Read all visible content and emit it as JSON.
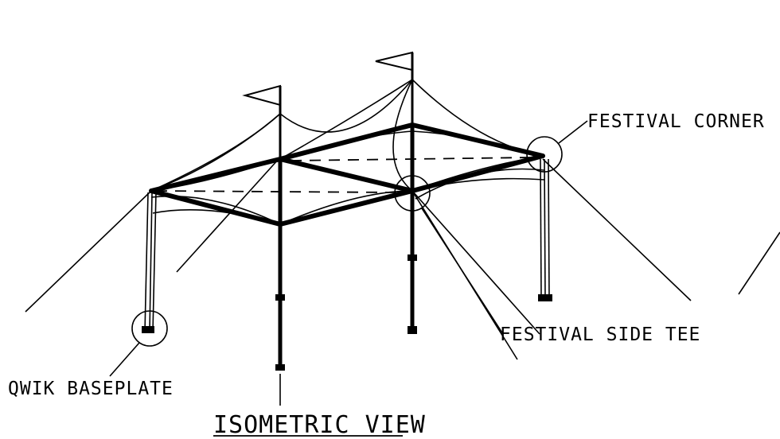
{
  "labels": {
    "festival_corner": "FESTIVAL CORNER",
    "festival_side_tee": "FESTIVAL SIDE TEE",
    "qwik_baseplate": "QWIK BASEPLATE",
    "view_title": "ISOMETRIC VIEW"
  }
}
